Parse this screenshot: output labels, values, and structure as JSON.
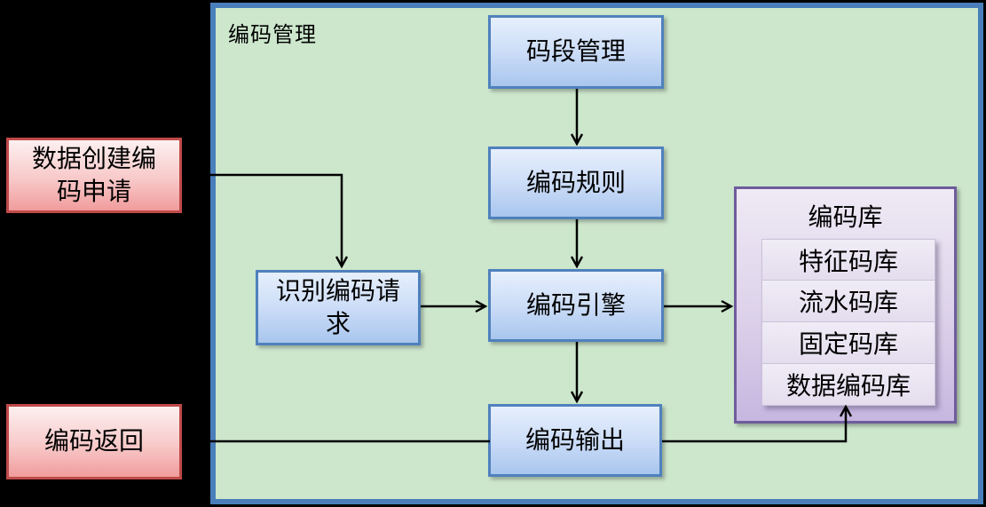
{
  "diagram": {
    "panel": {
      "title": "编码管理",
      "fill_color": "#cde7cd",
      "border_color": "#4a7eba"
    },
    "nodes": {
      "segment": {
        "label": "码段管理"
      },
      "rules": {
        "label": "编码规则"
      },
      "engine": {
        "label": "编码引擎"
      },
      "identify": {
        "label": "识别编码请求"
      },
      "output": {
        "label": "编码输出"
      }
    },
    "library": {
      "title": "编码库",
      "items": [
        "特征码库",
        "流水码库",
        "固定码库",
        "数据编码库"
      ],
      "fill_color": "#ded4eb",
      "border_color": "#6f5c9c"
    },
    "external": {
      "request": {
        "label": "数据创建编码申请"
      },
      "return": {
        "label": "编码返回"
      }
    },
    "node_colors": {
      "blue_fill_top": "#e6effc",
      "blue_fill_bottom": "#a9c6ee",
      "blue_border": "#4f81bd",
      "pink_fill_top": "#fdf0f0",
      "pink_fill_bottom": "#f19c9c",
      "pink_border": "#bf4a48"
    },
    "edges": [
      {
        "from": "数据创建编码申请",
        "to": "识别编码请求",
        "arrow": true
      },
      {
        "from": "识别编码请求",
        "to": "编码引擎",
        "arrow": true
      },
      {
        "from": "码段管理",
        "to": "编码规则",
        "arrow": true
      },
      {
        "from": "编码规则",
        "to": "编码引擎",
        "arrow": true
      },
      {
        "from": "编码引擎",
        "to": "编码输出",
        "arrow": true
      },
      {
        "from": "编码引擎",
        "to": "编码库",
        "arrow": true
      },
      {
        "from": "编码输出",
        "to": "编码返回",
        "arrow": false
      },
      {
        "from": "编码输出",
        "to": "数据编码库",
        "arrow": true
      }
    ]
  }
}
